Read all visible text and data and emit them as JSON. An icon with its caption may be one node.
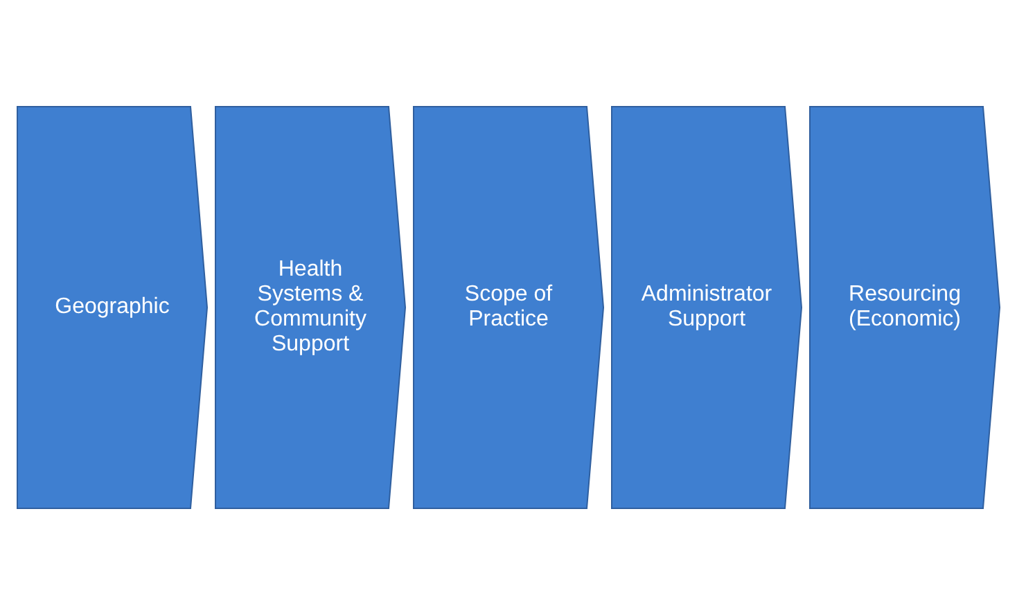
{
  "diagram": {
    "nodes": [
      {
        "text": [
          "Geographic"
        ]
      },
      {
        "text": [
          "Health Systems & Community Support"
        ]
      },
      {
        "text": [
          "Scope of Practice"
        ]
      },
      {
        "text": [
          "Administrator Support"
        ]
      },
      {
        "text": [
          "Resourcing (Economic)"
        ]
      }
    ]
  }
}
